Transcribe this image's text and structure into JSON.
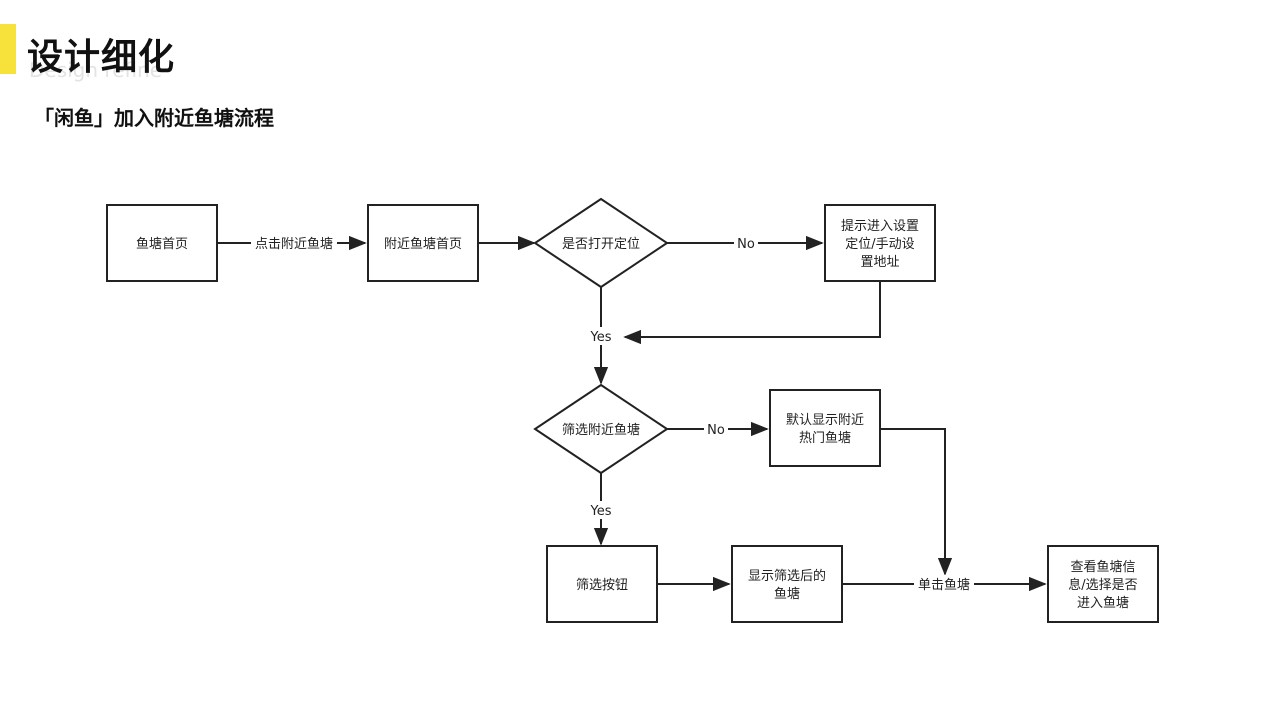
{
  "header": {
    "title": "设计细化",
    "title_sub": "Design refine",
    "subtitle": "「闲鱼」加入附近鱼塘流程",
    "accent_color": "#f7e23b"
  },
  "nodes": {
    "pond_home": "鱼塘首页",
    "nearby_home": "附近鱼塘首页",
    "location_check": "是否打开定位",
    "prompt_location": [
      "提示进入设置",
      "定位/手动设",
      "置地址"
    ],
    "filter_check": "筛选附近鱼塘",
    "default_hot": [
      "默认显示附近",
      "热门鱼塘"
    ],
    "filter_button": "筛选按钮",
    "show_filtered": [
      "显示筛选后的",
      "鱼塘"
    ],
    "view_info": [
      "查看鱼塘信",
      "息/选择是否",
      "进入鱼塘"
    ]
  },
  "edges": {
    "click_nearby": "点击附近鱼塘",
    "location_no": "No",
    "location_yes": "Yes",
    "filter_no": "No",
    "filter_yes": "Yes",
    "click_pond": "单击鱼塘"
  }
}
